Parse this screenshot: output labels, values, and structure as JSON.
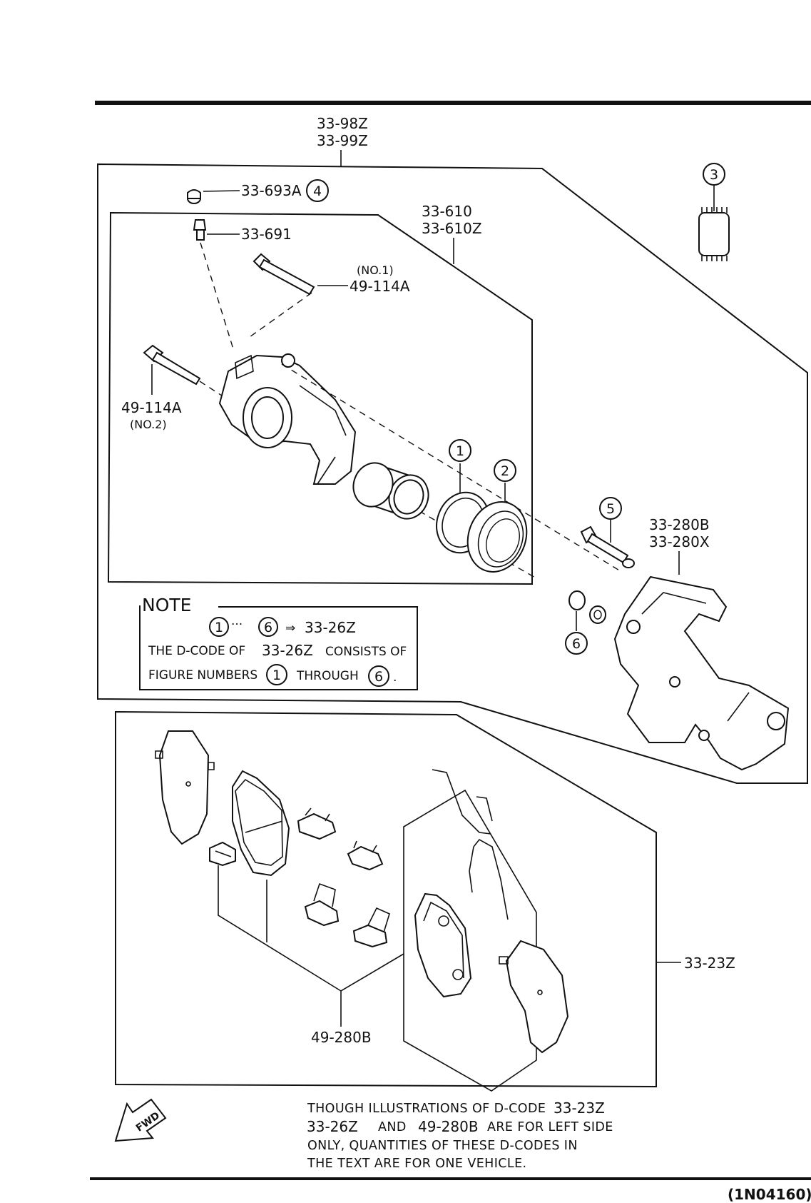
{
  "figure_code": "(1N04160)",
  "assembly": {
    "codes": [
      "33-98Z",
      "33-99Z"
    ]
  },
  "caliper_set": {
    "codes": [
      "33-610",
      "33-610Z"
    ]
  },
  "parts": {
    "bleeder_cap": {
      "code": "33-693A",
      "ref": "4"
    },
    "bleeder_screw": {
      "code": "33-691"
    },
    "guide_bolt_1": {
      "code": "49-114A",
      "note": "(NO.1)"
    },
    "guide_bolt_2": {
      "code": "49-114A",
      "note": "(NO.2)"
    },
    "bracket": {
      "codes": [
        "33-280B",
        "33-280X"
      ]
    },
    "pad_kit": {
      "code": "33-23Z"
    },
    "pads": {
      "code": "49-280B"
    }
  },
  "figure_refs": [
    "1",
    "2",
    "3",
    "5",
    "6"
  ],
  "note": {
    "title": "NOTE",
    "range_from": "1",
    "range_sep": "···",
    "range_to": "6",
    "arrow": "⇒",
    "range_code": "33-26Z",
    "line1_a": "THE D-CODE OF",
    "line1_code": "33-26Z",
    "line1_b": "CONSISTS OF",
    "line2_a": "FIGURE NUMBERS",
    "line2_from": "1",
    "line2_mid": "THROUGH",
    "line2_to": "6",
    "line2_end": "."
  },
  "footer_note": {
    "line1_a": "THOUGH ILLUSTRATIONS OF D-CODE",
    "line1_code": "33-23Z",
    "line2_code1": "33-26Z",
    "line2_and": "AND",
    "line2_code2": "49-280B",
    "line2_b": "ARE FOR LEFT SIDE",
    "line3": "ONLY, QUANTITIES OF THESE D-CODES IN",
    "line4": "THE TEXT ARE FOR ONE VEHICLE."
  },
  "fwd_label": "FWD"
}
